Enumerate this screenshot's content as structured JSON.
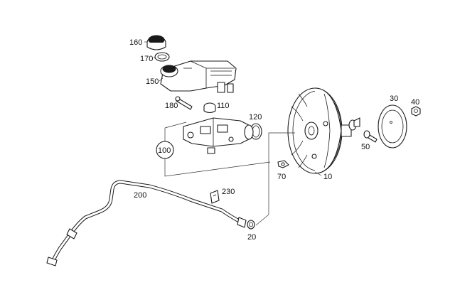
{
  "labels": {
    "p10": "10",
    "p20": "20",
    "p30": "30",
    "p40": "40",
    "p50": "50",
    "p70": "70",
    "p100": "100",
    "p110": "110",
    "p120": "120",
    "p150": "150",
    "p160": "160",
    "p170": "170",
    "p180": "180",
    "p200": "200",
    "p230": "230"
  },
  "colors": {
    "line": "#1a1a1a",
    "background": "#ffffff"
  }
}
